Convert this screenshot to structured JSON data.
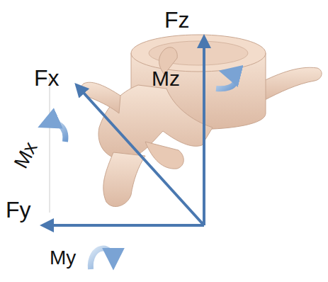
{
  "diagram": {
    "labels": [
      "Fz",
      "Mz",
      "Fx",
      "Mx",
      "Fy",
      "My"
    ]
  }
}
